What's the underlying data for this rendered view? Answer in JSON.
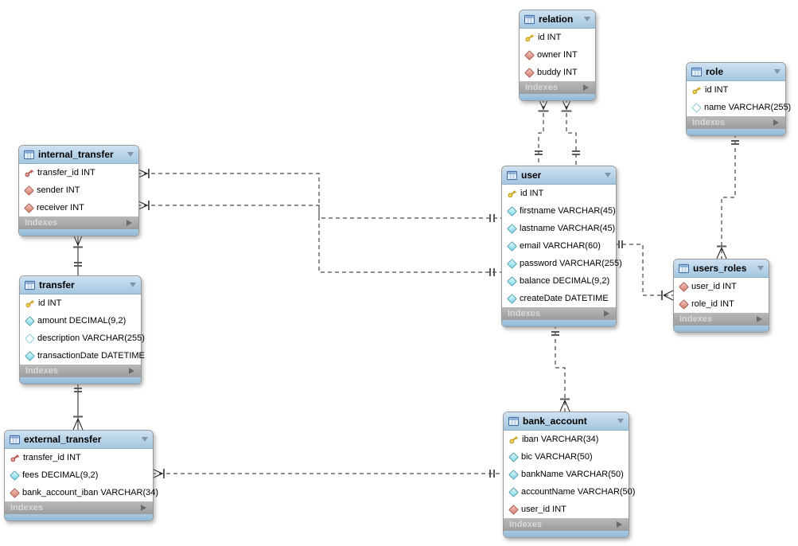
{
  "diagram": {
    "type": "eer-database-diagram",
    "footer_label": "Indexes",
    "colors": {
      "table_header": "#a3c6e0",
      "indexes_bar": "#a8a8a8",
      "primary_key_icon": "#f6d852",
      "foreign_primary_key_icon": "#e49a8e",
      "foreign_key_diamond": "#d87f72",
      "column_diamond": "#7fd8e8",
      "line": "#1c1c1c",
      "background": "#ffffff"
    },
    "tables": [
      {
        "name": "relation",
        "fields": [
          {
            "icon": "primary-key",
            "label": "id INT"
          },
          {
            "icon": "foreign-key",
            "label": "owner INT"
          },
          {
            "icon": "foreign-key",
            "label": "buddy INT"
          }
        ]
      },
      {
        "name": "role",
        "fields": [
          {
            "icon": "primary-key",
            "label": "id INT"
          },
          {
            "icon": "nullable-column",
            "label": "name VARCHAR(255)"
          }
        ]
      },
      {
        "name": "internal_transfer",
        "fields": [
          {
            "icon": "primary-foreign-key",
            "label": "transfer_id INT"
          },
          {
            "icon": "foreign-key",
            "label": "sender INT"
          },
          {
            "icon": "foreign-key",
            "label": "receiver INT"
          }
        ]
      },
      {
        "name": "user",
        "fields": [
          {
            "icon": "primary-key",
            "label": "id INT"
          },
          {
            "icon": "column",
            "label": "firstname VARCHAR(45)"
          },
          {
            "icon": "column",
            "label": "lastname VARCHAR(45)"
          },
          {
            "icon": "column",
            "label": "email VARCHAR(60)"
          },
          {
            "icon": "column",
            "label": "password VARCHAR(255)"
          },
          {
            "icon": "column",
            "label": "balance DECIMAL(9,2)"
          },
          {
            "icon": "column",
            "label": "createDate DATETIME"
          }
        ]
      },
      {
        "name": "transfer",
        "fields": [
          {
            "icon": "primary-key",
            "label": "id INT"
          },
          {
            "icon": "column",
            "label": "amount DECIMAL(9,2)"
          },
          {
            "icon": "nullable-column",
            "label": "description VARCHAR(255)"
          },
          {
            "icon": "column",
            "label": "transactionDate DATETIME"
          }
        ]
      },
      {
        "name": "users_roles",
        "fields": [
          {
            "icon": "foreign-key",
            "label": "user_id INT"
          },
          {
            "icon": "foreign-key",
            "label": "role_id INT"
          }
        ]
      },
      {
        "name": "external_transfer",
        "fields": [
          {
            "icon": "primary-foreign-key",
            "label": "transfer_id INT"
          },
          {
            "icon": "column",
            "label": "fees DECIMAL(9,2)"
          },
          {
            "icon": "foreign-key",
            "label": "bank_account_iban VARCHAR(34)"
          }
        ]
      },
      {
        "name": "bank_account",
        "fields": [
          {
            "icon": "primary-key",
            "label": "iban VARCHAR(34)"
          },
          {
            "icon": "column",
            "label": "bic VARCHAR(50)"
          },
          {
            "icon": "column",
            "label": "bankName VARCHAR(50)"
          },
          {
            "icon": "column",
            "label": "accountName VARCHAR(50)"
          },
          {
            "icon": "foreign-key",
            "label": "user_id INT"
          }
        ]
      }
    ],
    "relationships": [
      {
        "from": "relation.owner",
        "to": "user",
        "style": "dashed",
        "many_end": "relation",
        "one_end": "user"
      },
      {
        "from": "relation.buddy",
        "to": "user",
        "style": "dashed",
        "many_end": "relation",
        "one_end": "user"
      },
      {
        "from": "internal_transfer.sender",
        "to": "user",
        "style": "dashed",
        "many_end": "internal_transfer",
        "one_end": "user"
      },
      {
        "from": "internal_transfer.receiver",
        "to": "user",
        "style": "dashed",
        "many_end": "internal_transfer",
        "one_end": "user"
      },
      {
        "from": "internal_transfer.transfer_id",
        "to": "transfer",
        "style": "solid",
        "many_end": "internal_transfer",
        "one_end": "transfer"
      },
      {
        "from": "external_transfer.transfer_id",
        "to": "transfer",
        "style": "solid",
        "many_end": "external_transfer",
        "one_end": "transfer"
      },
      {
        "from": "external_transfer.bank_account_iban",
        "to": "bank_account",
        "style": "dashed",
        "many_end": "external_transfer",
        "one_end": "bank_account"
      },
      {
        "from": "bank_account.user_id",
        "to": "user",
        "style": "dashed",
        "many_end": "bank_account",
        "one_end": "user"
      },
      {
        "from": "users_roles.user_id",
        "to": "user",
        "style": "dashed",
        "many_end": "users_roles",
        "one_end": "user"
      },
      {
        "from": "users_roles.role_id",
        "to": "role",
        "style": "dashed",
        "many_end": "users_roles",
        "one_end": "role"
      }
    ]
  }
}
